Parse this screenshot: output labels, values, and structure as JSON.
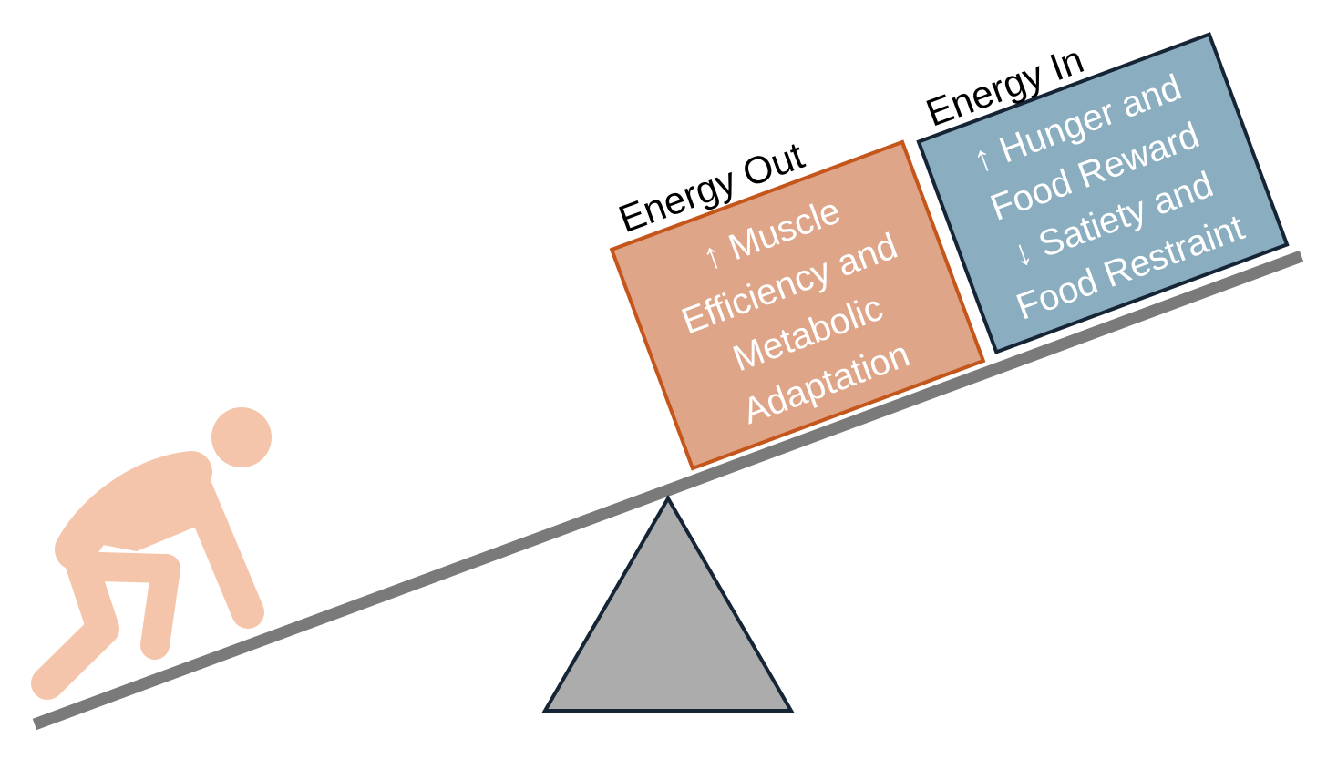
{
  "colors": {
    "background": "#ffffff",
    "seesaw_plank": "#7a7a7a",
    "fulcrum_fill": "#acacac",
    "fulcrum_stroke": "#152536",
    "person": "#f5c5ab",
    "energy_out_fill": "#dea588",
    "energy_out_stroke": "#c4561b",
    "energy_in_fill": "#8aaec0",
    "energy_in_stroke": "#152536",
    "box_text": "#ffffff",
    "title_text": "#000000"
  },
  "energy_out": {
    "title": "Energy Out",
    "lines": [
      "↑ Muscle",
      "Efficiency and",
      "Metabolic",
      "Adaptation"
    ]
  },
  "energy_in": {
    "title": "Energy In",
    "lines": [
      "↑ Hunger and",
      "Food Reward",
      "↓ Satiety and",
      "Food Restraint"
    ]
  },
  "icons": {
    "person": "person-pushing-icon",
    "fulcrum": "triangle-fulcrum-icon"
  }
}
